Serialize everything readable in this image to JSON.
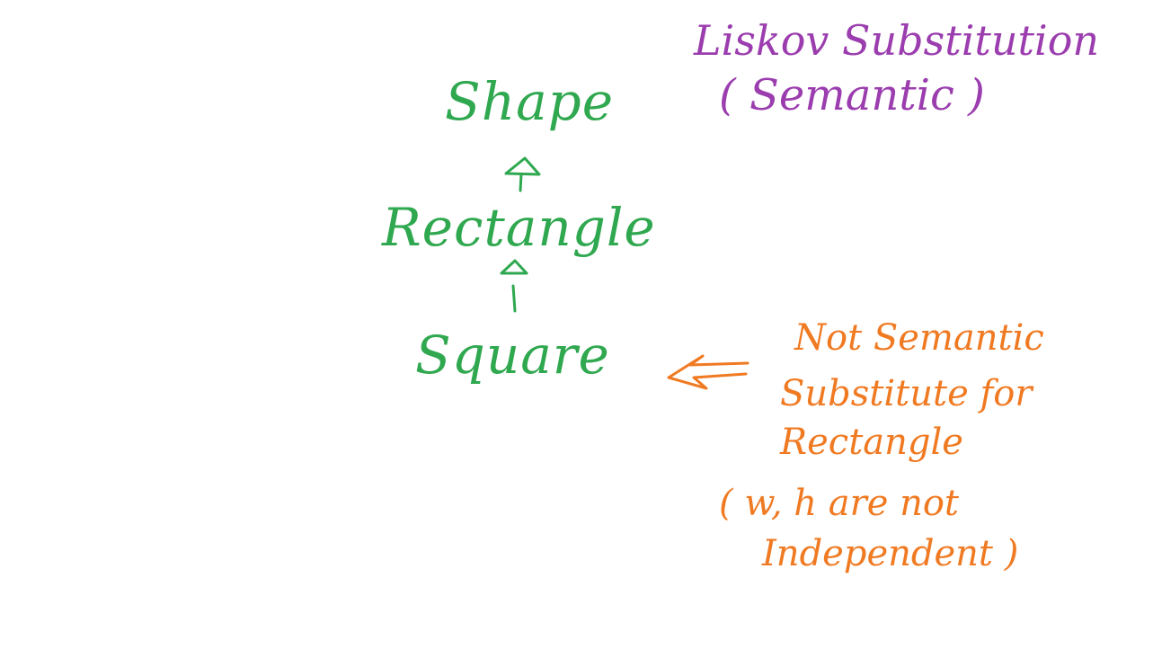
{
  "title": {
    "line1": "Liskov Substitution",
    "line2": "( Semantic )"
  },
  "hierarchy": {
    "top": "Shape",
    "middle": "Rectangle",
    "bottom": "Square"
  },
  "note": {
    "line1": "Not Semantic",
    "line2": "Substitute for",
    "line3": "Rectangle",
    "line4": "( w, h are not",
    "line5": "Independent )"
  },
  "colors": {
    "hierarchy": "#2fa84f",
    "title": "#9b3dae",
    "note": "#f07a22",
    "background": "#ffffff"
  }
}
